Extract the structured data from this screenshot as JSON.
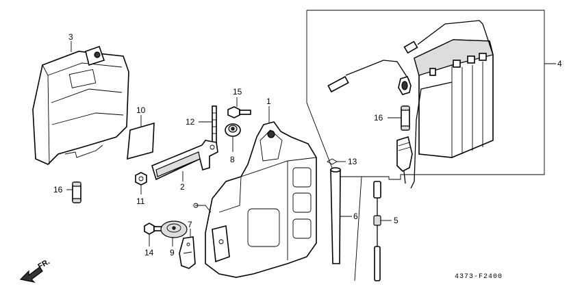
{
  "callouts": {
    "c1": "1",
    "c2": "2",
    "c3": "3",
    "c4": "4",
    "c5": "5",
    "c6": "6",
    "c7": "7",
    "c8": "8",
    "c9": "9",
    "c10": "10",
    "c11": "11",
    "c12": "12",
    "c13": "13",
    "c14": "14",
    "c15": "15",
    "c16a": "16",
    "c16b": "16"
  },
  "direction_label": "FR.",
  "diagram_code": "4373-F2400"
}
